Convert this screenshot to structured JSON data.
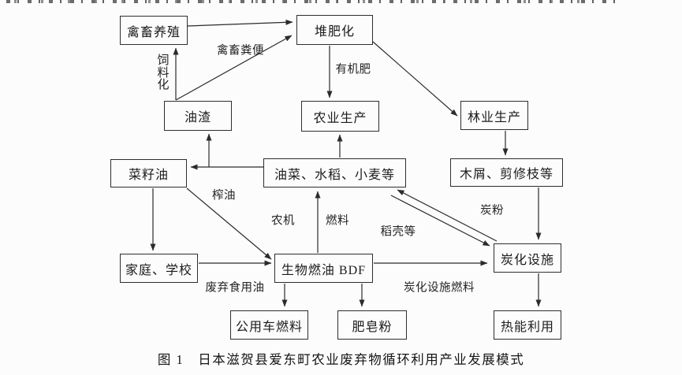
{
  "figure": {
    "caption": "图 1　日本滋贺县爱东町农业废弃物循环利用产业发展模式"
  },
  "nodes": {
    "livestock": {
      "label": "禽畜养殖"
    },
    "composting": {
      "label": "堆肥化"
    },
    "oil_residue": {
      "label": "油渣"
    },
    "agriculture": {
      "label": "农业生产"
    },
    "forestry": {
      "label": "林业生产"
    },
    "rapeseed_oil": {
      "label": "菜籽油"
    },
    "crops": {
      "label": "油菜、水稻、小麦等"
    },
    "wood_chips": {
      "label": "木屑、剪修枝等"
    },
    "household": {
      "label": "家庭、学校"
    },
    "bdf": {
      "label": "生物燃油 BDF"
    },
    "carbonization": {
      "label": "炭化设施"
    },
    "vehicle_fuel": {
      "label": "公用车燃料"
    },
    "soap": {
      "label": "肥皂粉"
    },
    "heat": {
      "label": "热能利用"
    }
  },
  "edge_labels": {
    "manure": "禽畜粪便",
    "feed_conversion": "饲料化",
    "organic_fertilizer": "有机肥",
    "oil_pressing": "榨油",
    "farm_machinery": "农机",
    "fuel": "燃料",
    "rice_husk": "稻壳等",
    "charcoal_powder": "炭粉",
    "waste_cooking_oil": "废弃食用油",
    "carbonization_fuel": "炭化设施燃料"
  },
  "edges": [
    {
      "from": "禽畜养殖",
      "to": "堆肥化",
      "label": "禽畜粪便"
    },
    {
      "from": "油渣",
      "to": "禽畜养殖",
      "label": "饲料化"
    },
    {
      "from": "油渣",
      "to": "堆肥化",
      "label": ""
    },
    {
      "from": "堆肥化",
      "to": "农业生产",
      "label": "有机肥"
    },
    {
      "from": "堆肥化",
      "to": "林业生产",
      "label": ""
    },
    {
      "from": "林业生产",
      "to": "木屑、剪修枝等",
      "label": ""
    },
    {
      "from": "油菜、水稻、小麦等",
      "to": "农业生产",
      "label": ""
    },
    {
      "from": "油菜、水稻、小麦等",
      "to": "菜籽油",
      "label": "榨油"
    },
    {
      "from": "油菜、水稻、小麦等",
      "to": "油渣",
      "label": ""
    },
    {
      "from": "菜籽油",
      "to": "家庭、学校",
      "label": ""
    },
    {
      "from": "菜籽油",
      "to": "生物燃油 BDF",
      "label": ""
    },
    {
      "from": "家庭、学校",
      "to": "生物燃油 BDF",
      "label": "废弃食用油"
    },
    {
      "from": "生物燃油 BDF",
      "to": "油菜、水稻、小麦等",
      "label": "农机 燃料"
    },
    {
      "from": "生物燃油 BDF",
      "to": "公用车燃料",
      "label": ""
    },
    {
      "from": "生物燃油 BDF",
      "to": "肥皂粉",
      "label": ""
    },
    {
      "from": "生物燃油 BDF",
      "to": "炭化设施",
      "label": "炭化设施燃料"
    },
    {
      "from": "油菜、水稻、小麦等",
      "to": "炭化设施",
      "label": "稻壳等"
    },
    {
      "from": "炭化设施",
      "to": "油菜、水稻、小麦等",
      "label": "炭粉"
    },
    {
      "from": "木屑、剪修枝等",
      "to": "炭化设施",
      "label": ""
    },
    {
      "from": "炭化设施",
      "to": "热能利用",
      "label": ""
    }
  ]
}
